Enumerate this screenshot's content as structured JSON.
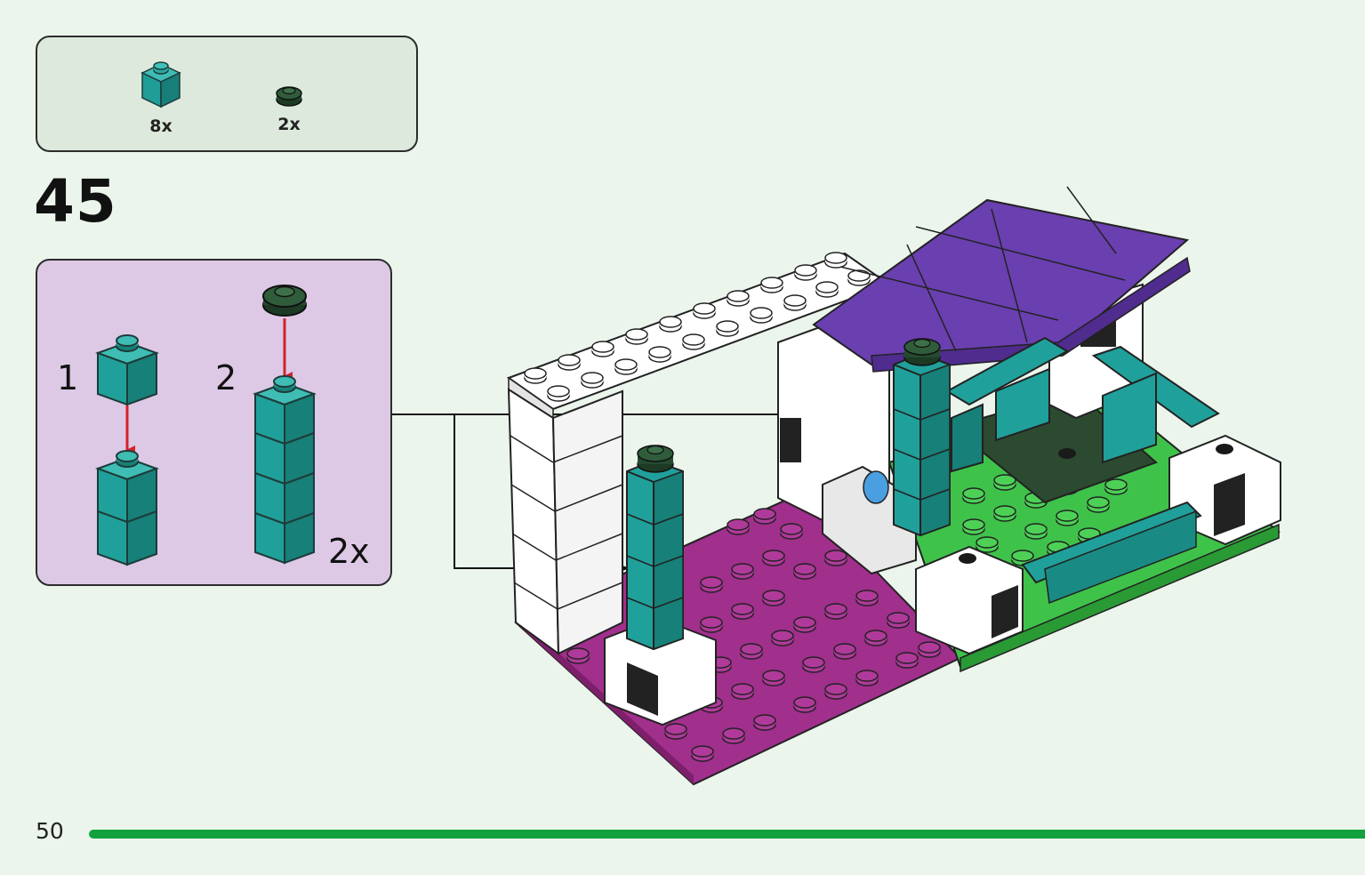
{
  "parts_list": {
    "items": [
      {
        "icon": "teal-1x1-brick-icon",
        "color": "#20a09a",
        "qty": "8x"
      },
      {
        "icon": "dark-green-round-plate-icon",
        "color": "#244a2f",
        "qty": "2x"
      }
    ]
  },
  "step": {
    "number": "45"
  },
  "sub_assembly": {
    "step1_label": "1",
    "step2_label": "2",
    "multiplier": "2x"
  },
  "colors": {
    "teal": "#20a09a",
    "purple": "#6a3fb0",
    "magenta": "#a12f8c",
    "green": "#3fc24a",
    "arrow_red": "#d5222a",
    "progress_green": "#12a13d"
  },
  "footer": {
    "page_number": "50"
  }
}
